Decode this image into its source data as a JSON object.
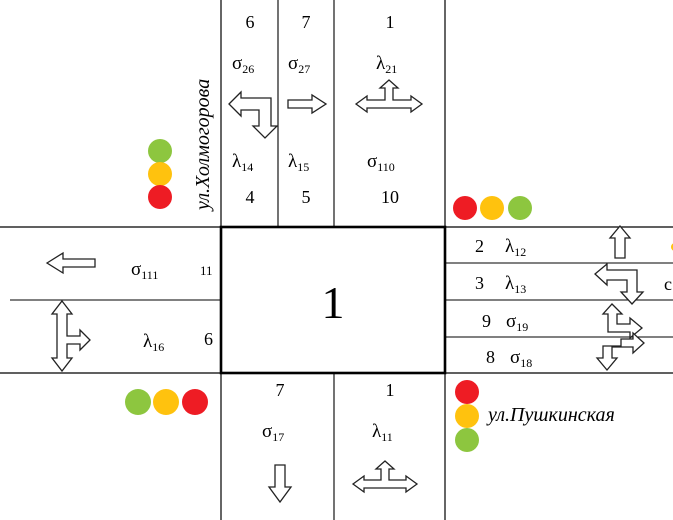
{
  "center_label": "1",
  "colors": {
    "red": "#ee1c24",
    "yellow": "#ffc20e",
    "green": "#8dc63f"
  },
  "streets": {
    "kholmogorova": "ул.Холмогорова",
    "pushkinskaya": "ул.Пушкинская"
  },
  "north": {
    "approach_num": {
      "a": "6",
      "b": "7",
      "c": "1"
    },
    "sigma26": {
      "sym": "σ",
      "sub": "26"
    },
    "sigma27": {
      "sym": "σ",
      "sub": "27"
    },
    "lambda21": {
      "sym": "λ",
      "sub": "21"
    },
    "lambda14": {
      "sym": "λ",
      "sub": "14"
    },
    "lambda15": {
      "sym": "λ",
      "sub": "15"
    },
    "sigma110": {
      "sym": "σ",
      "sub": "110"
    },
    "exit_num": {
      "a": "4",
      "b": "5",
      "c": "10"
    }
  },
  "west": {
    "sigma111": {
      "sym": "σ",
      "sub": "111"
    },
    "num11": "11",
    "lambda16": {
      "sym": "λ",
      "sub": "16"
    },
    "num6": "6"
  },
  "east": {
    "lane1": {
      "num": "2",
      "sym": "λ",
      "sub": "12"
    },
    "lane2": {
      "num": "3",
      "sym": "λ",
      "sub": "13"
    },
    "lane3": {
      "num": "9",
      "sym": "σ",
      "sub": "19"
    },
    "lane4": {
      "num": "8",
      "sym": "σ",
      "sub": "18"
    }
  },
  "south": {
    "num_a": "7",
    "num_b": "1",
    "sigma17": {
      "sym": "σ",
      "sub": "17"
    },
    "lambda11": {
      "sym": "λ",
      "sub": "11"
    }
  }
}
